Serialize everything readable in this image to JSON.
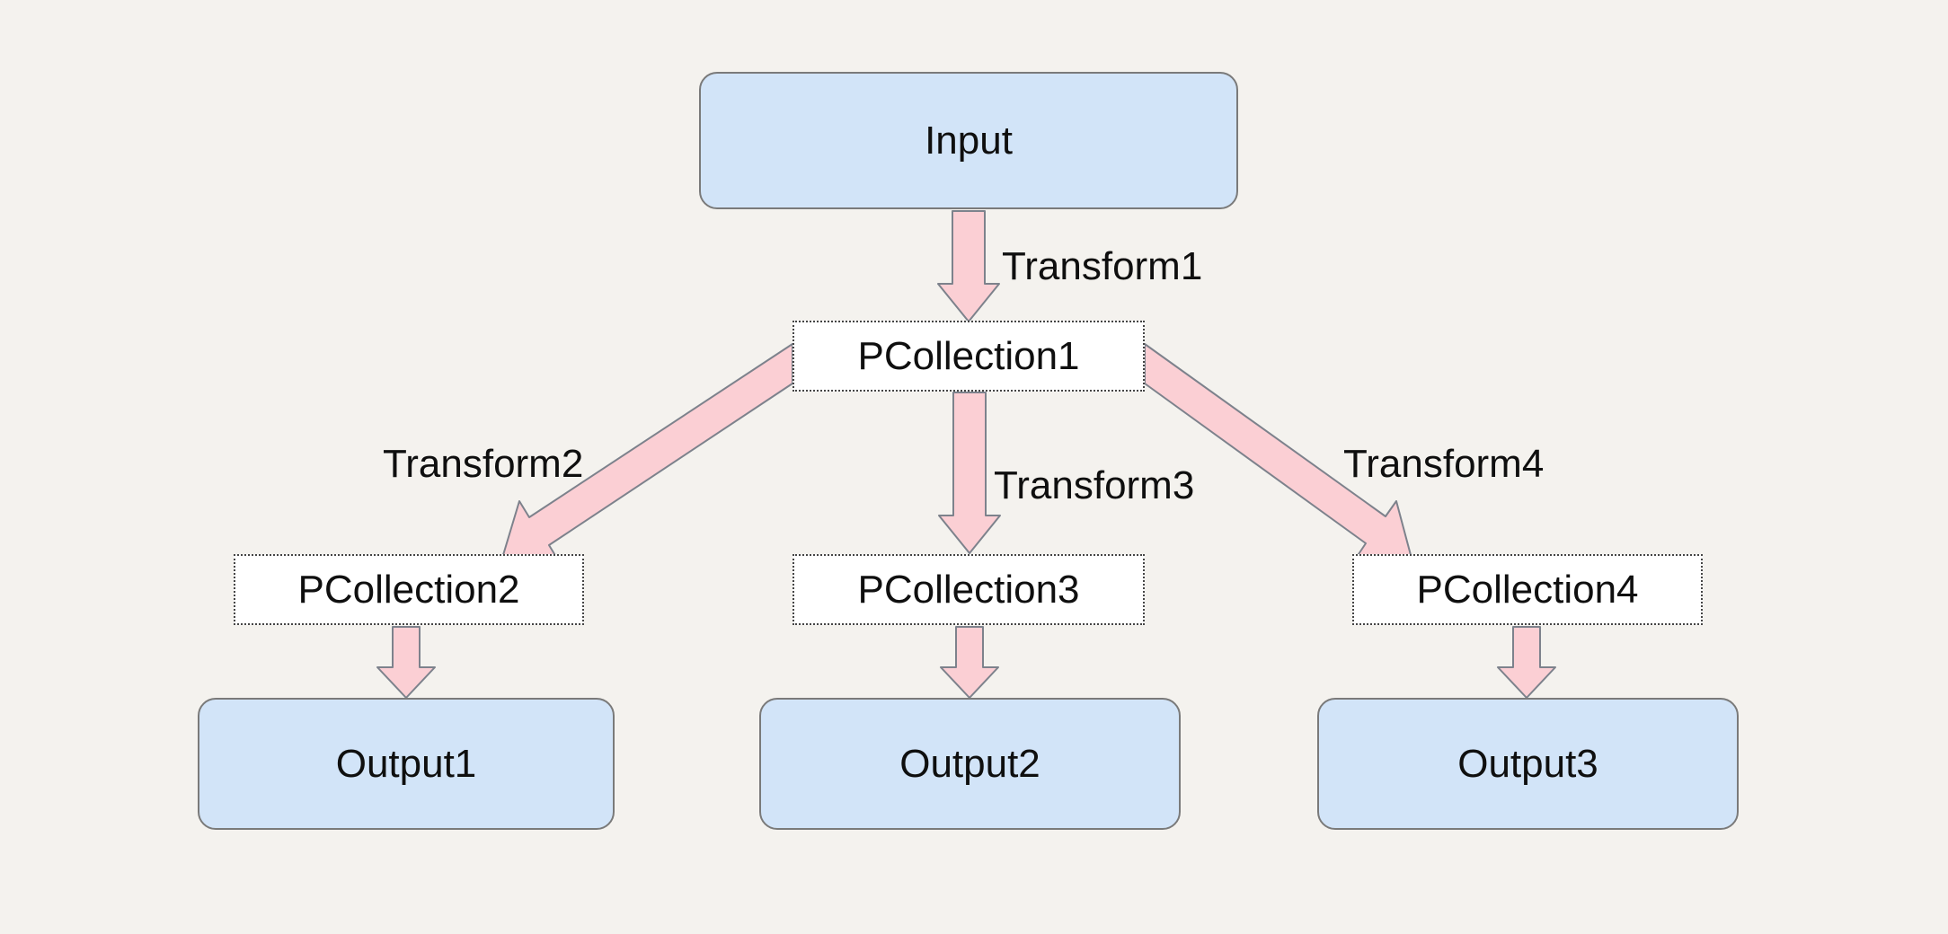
{
  "diagram": {
    "nodes": {
      "input": {
        "label": "Input",
        "kind": "io"
      },
      "pcollection1": {
        "label": "PCollection1",
        "kind": "pcollection"
      },
      "pcollection2": {
        "label": "PCollection2",
        "kind": "pcollection"
      },
      "pcollection3": {
        "label": "PCollection3",
        "kind": "pcollection"
      },
      "pcollection4": {
        "label": "PCollection4",
        "kind": "pcollection"
      },
      "output1": {
        "label": "Output1",
        "kind": "io"
      },
      "output2": {
        "label": "Output2",
        "kind": "io"
      },
      "output3": {
        "label": "Output3",
        "kind": "io"
      }
    },
    "edges": [
      {
        "label": "Transform1",
        "from": "Input",
        "to": "PCollection1"
      },
      {
        "label": "Transform2",
        "from": "PCollection1",
        "to": "PCollection2"
      },
      {
        "label": "Transform3",
        "from": "PCollection1",
        "to": "PCollection3"
      },
      {
        "label": "Transform4",
        "from": "PCollection1",
        "to": "PCollection4"
      },
      {
        "label": "",
        "from": "PCollection2",
        "to": "Output1"
      },
      {
        "label": "",
        "from": "PCollection3",
        "to": "Output2"
      },
      {
        "label": "",
        "from": "PCollection4",
        "to": "Output3"
      }
    ]
  },
  "colors": {
    "canvas_bg": "#f4f2ee",
    "node_blue_fill": "#d2e4f8",
    "node_blue_border": "#7a7a7a",
    "node_white_fill": "#ffffff",
    "node_white_border": "#454545",
    "arrow_fill": "#fbcfd4",
    "arrow_stroke": "#7d828c",
    "text_color": "#0f0f0f"
  }
}
